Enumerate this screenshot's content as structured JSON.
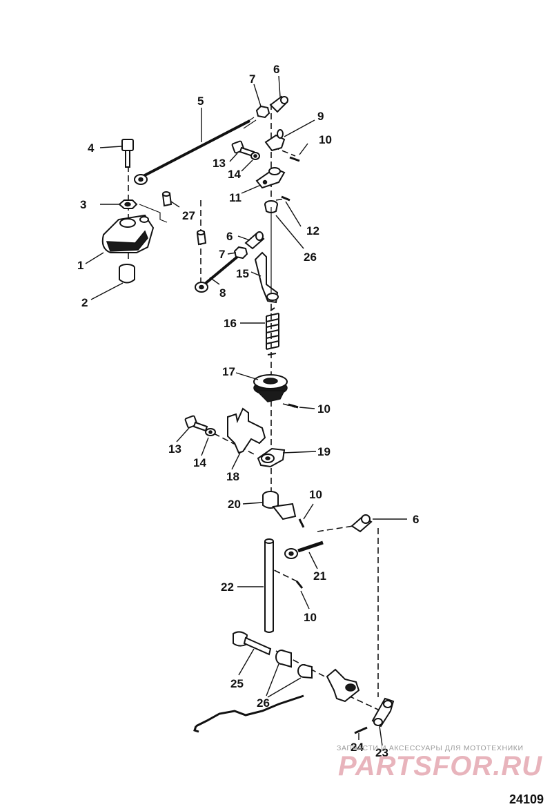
{
  "diagram": {
    "drawing_number": "24109",
    "watermark": {
      "tagline": "ЗАПЧАСТИ И АКСЕССУАРЫ ДЛЯ МОТОТЕХНИКИ",
      "logo_text": "PARTSFOR.RU"
    },
    "callouts": [
      {
        "id": "c1",
        "label": "1"
      },
      {
        "id": "c2",
        "label": "2"
      },
      {
        "id": "c3",
        "label": "3"
      },
      {
        "id": "c4",
        "label": "4"
      },
      {
        "id": "c5",
        "label": "5"
      },
      {
        "id": "c6a",
        "label": "6"
      },
      {
        "id": "c6b",
        "label": "6"
      },
      {
        "id": "c6c",
        "label": "6"
      },
      {
        "id": "c7a",
        "label": "7"
      },
      {
        "id": "c7b",
        "label": "7"
      },
      {
        "id": "c8",
        "label": "8"
      },
      {
        "id": "c9",
        "label": "9"
      },
      {
        "id": "c10a",
        "label": "10"
      },
      {
        "id": "c10b",
        "label": "10"
      },
      {
        "id": "c10c",
        "label": "10"
      },
      {
        "id": "c10d",
        "label": "10"
      },
      {
        "id": "c11",
        "label": "11"
      },
      {
        "id": "c12",
        "label": "12"
      },
      {
        "id": "c13a",
        "label": "13"
      },
      {
        "id": "c13b",
        "label": "13"
      },
      {
        "id": "c14a",
        "label": "14"
      },
      {
        "id": "c14b",
        "label": "14"
      },
      {
        "id": "c15",
        "label": "15"
      },
      {
        "id": "c16",
        "label": "16"
      },
      {
        "id": "c17",
        "label": "17"
      },
      {
        "id": "c18",
        "label": "18"
      },
      {
        "id": "c19",
        "label": "19"
      },
      {
        "id": "c20",
        "label": "20"
      },
      {
        "id": "c21",
        "label": "21"
      },
      {
        "id": "c22",
        "label": "22"
      },
      {
        "id": "c23",
        "label": "23"
      },
      {
        "id": "c24",
        "label": "24"
      },
      {
        "id": "c25",
        "label": "25"
      },
      {
        "id": "c26a",
        "label": "26"
      },
      {
        "id": "c26b",
        "label": "26"
      },
      {
        "id": "c27",
        "label": "27"
      }
    ]
  }
}
